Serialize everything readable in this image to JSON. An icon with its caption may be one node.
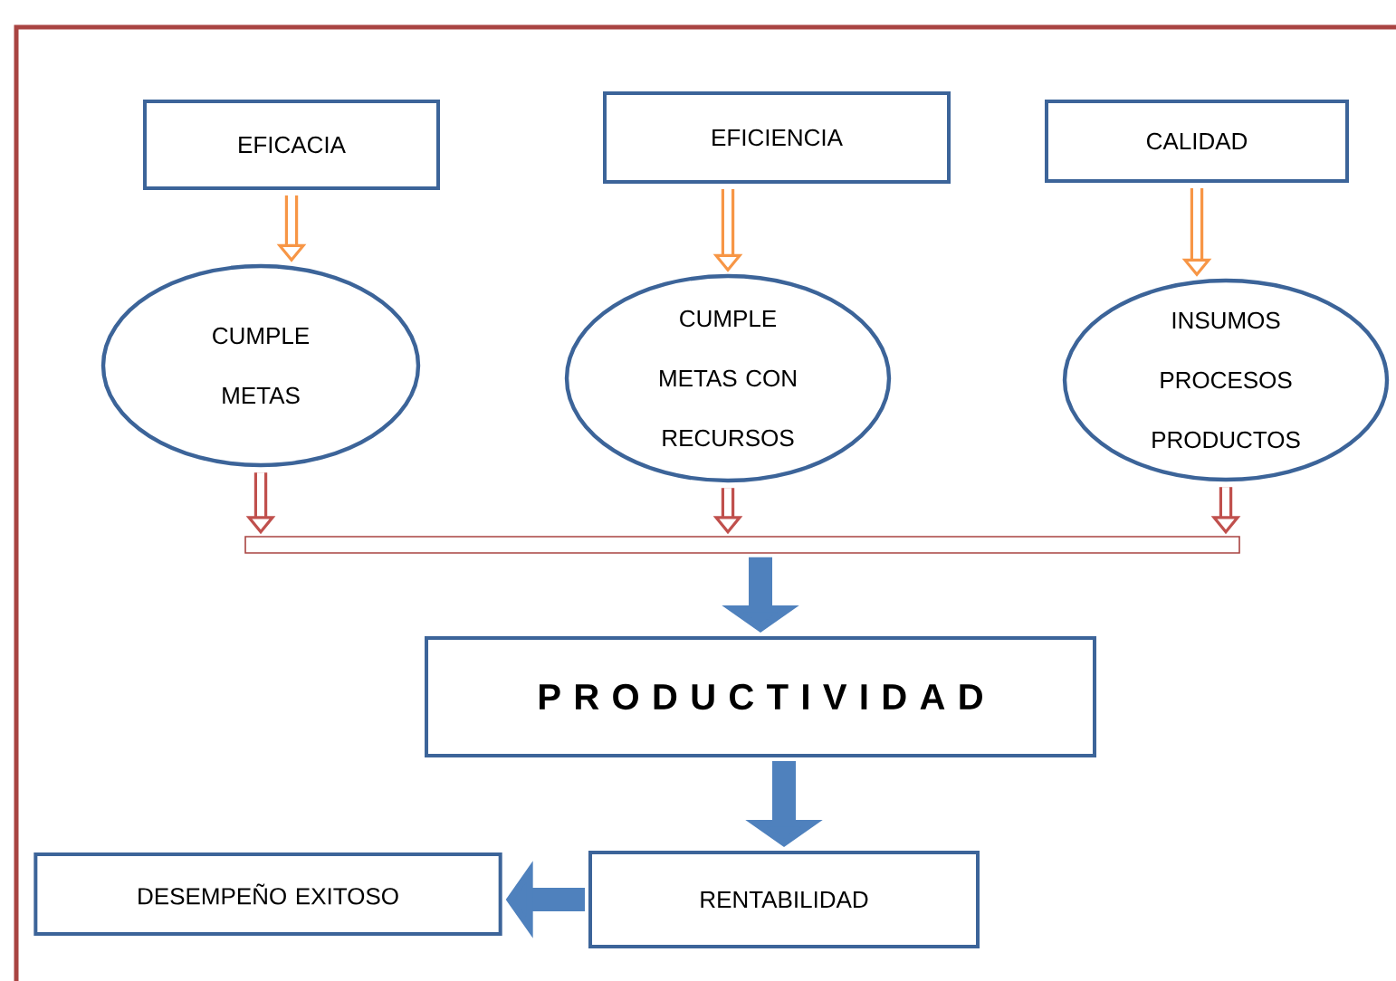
{
  "diagram": {
    "nodes": [
      {
        "text": [
          "EFICACIA"
        ]
      },
      {
        "text": [
          "EFICIENCIA"
        ]
      },
      {
        "text": [
          "CALIDAD"
        ]
      },
      {
        "text": [
          "CUMPLE METAS"
        ]
      },
      {
        "text": [
          "CUMPLE METAS CON RECURSOS"
        ]
      },
      {
        "text": [
          "INSUMOS PROCESOS PRODUCTOS"
        ]
      },
      {
        "text": [],
        "shape": "bar"
      },
      {
        "text": [
          "P R O D U C T I V I D A D"
        ]
      },
      {
        "text": [
          "DESEMPEÑO EXITOSO"
        ]
      },
      {
        "text": [
          "RENTABILIDAD"
        ]
      }
    ],
    "edges": [
      {
        "from": 0,
        "to": 3,
        "arrow": "to",
        "color": "#f79646"
      },
      {
        "from": 1,
        "to": 4,
        "arrow": "to",
        "color": "#f79646"
      },
      {
        "from": 2,
        "to": 5,
        "arrow": "to",
        "color": "#f79646"
      },
      {
        "from": 3,
        "to": 6,
        "arrow": "to",
        "color": "#c0504d"
      },
      {
        "from": 4,
        "to": 6,
        "arrow": "to",
        "color": "#c0504d"
      },
      {
        "from": 5,
        "to": 6,
        "arrow": "to",
        "color": "#c0504d"
      },
      {
        "from": 6,
        "to": 7,
        "arrow": "to",
        "style": "thick",
        "color": "#4f81bd"
      },
      {
        "from": 7,
        "to": 9,
        "arrow": "to",
        "style": "thick",
        "color": "#4f81bd"
      },
      {
        "from": 9,
        "to": 8,
        "arrow": "to",
        "style": "thick",
        "color": "#4f81bd"
      }
    ]
  }
}
